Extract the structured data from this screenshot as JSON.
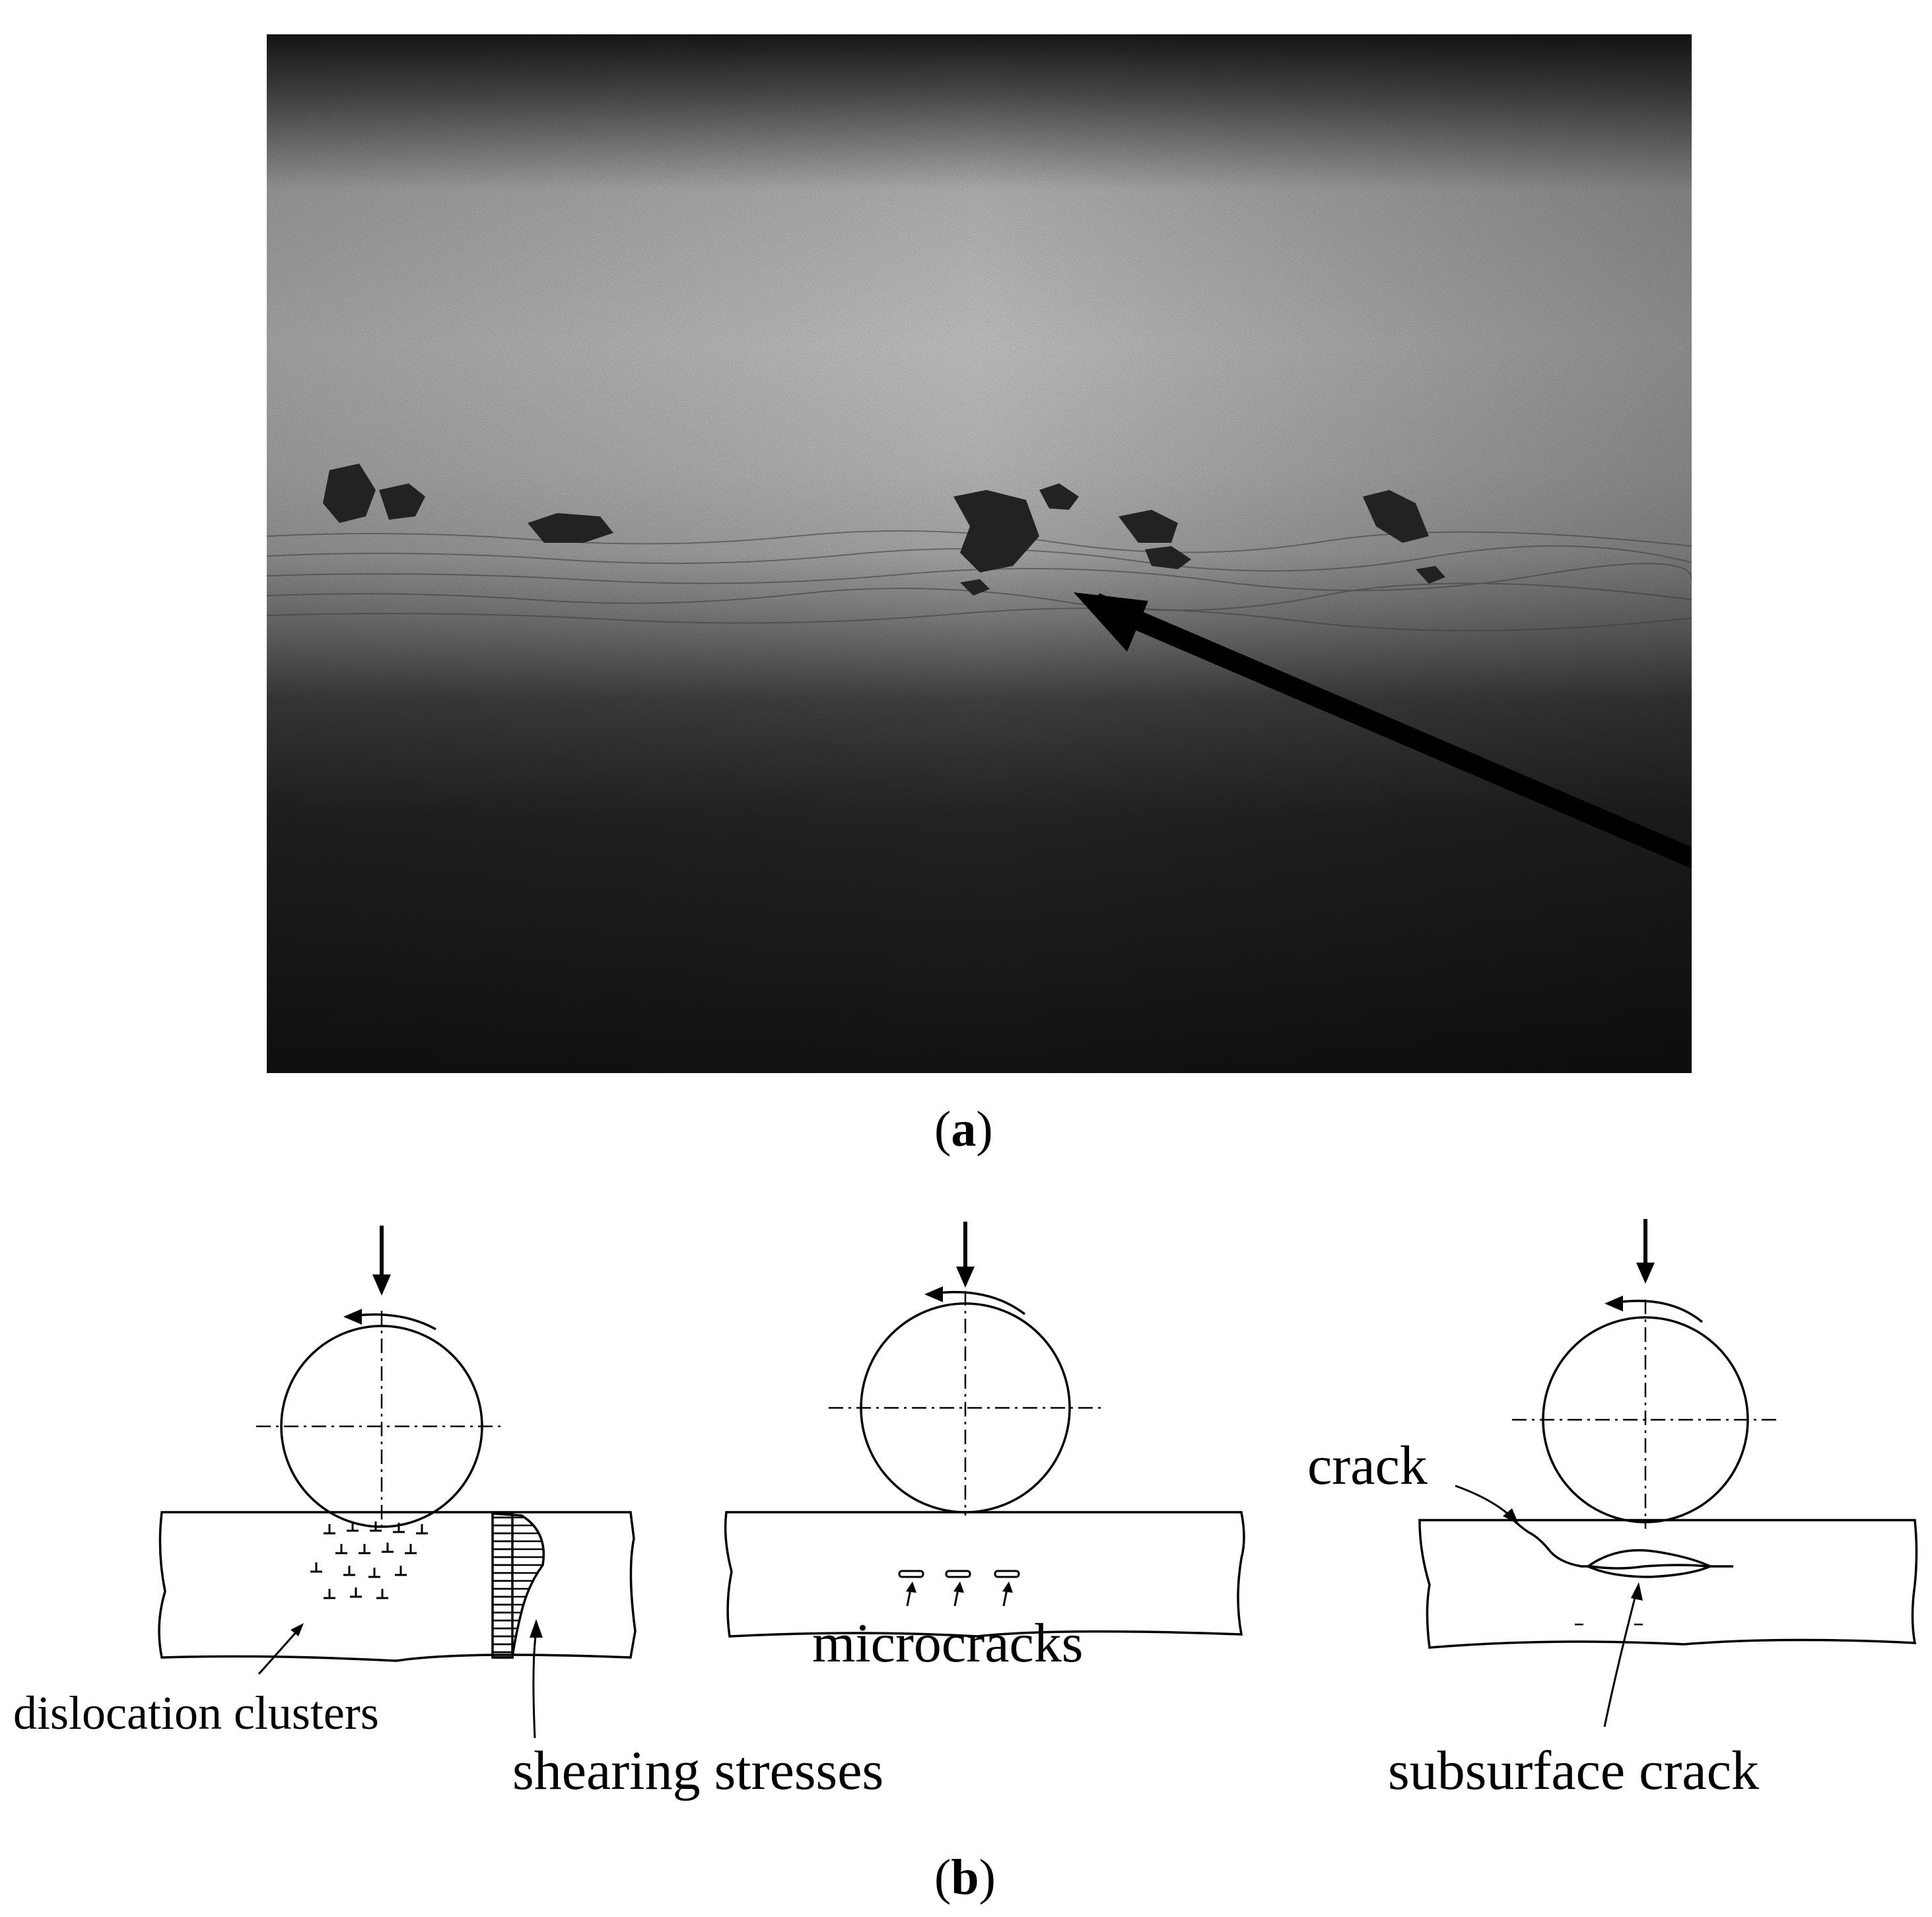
{
  "panel_a": {
    "caption_letter": "a",
    "photo_icon": "bearing-surface-micrograph-with-pitting",
    "arrow_icon": "black-pointer-arrow"
  },
  "panel_b": {
    "caption_letter": "b",
    "labels": {
      "dislocation": "dislocation clusters",
      "shearing": "shearing stresses",
      "microcracks": "microcracks",
      "crack": "crack",
      "subsurface": "subsurface crack"
    }
  }
}
